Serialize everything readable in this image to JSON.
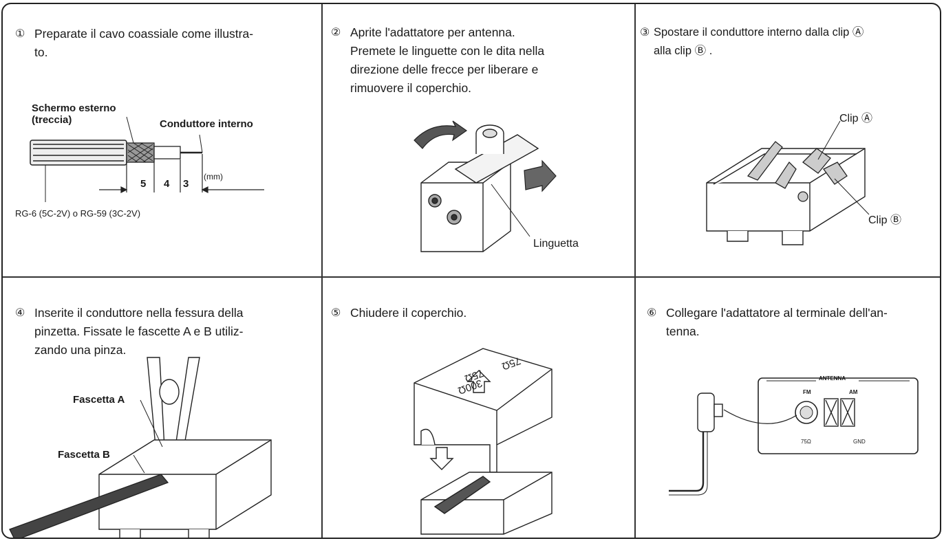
{
  "steps": [
    {
      "number": "①",
      "lines": [
        "Preparate il cavo coassiale come illustra-",
        "to."
      ]
    },
    {
      "number": "②",
      "lines": [
        "Aprite l'adattatore per antenna.",
        "Premete le linguette con le dita nella",
        "direzione delle frecce per liberare e",
        "rimuovere il coperchio."
      ]
    },
    {
      "number": "③",
      "lines": [
        "Spostare il conduttore interno dalla clip Ⓐ",
        "alla clip Ⓑ ."
      ]
    },
    {
      "number": "④",
      "lines": [
        "Inserite il conduttore nella fessura della",
        "pinzetta. Fissate le fascette A e B utiliz-",
        "zando una pinza."
      ]
    },
    {
      "number": "⑤",
      "lines": [
        "Chiudere il coperchio."
      ]
    },
    {
      "number": "⑥",
      "lines": [
        "Collegare l'adattatore al terminale dell'an-",
        "tenna."
      ]
    }
  ],
  "diagram1": {
    "outer_shield_label": "Schermo esterno",
    "braid_label": "(treccia)",
    "inner_conductor_label": "Conduttore interno",
    "dim_5": "5",
    "dim_4": "4",
    "dim_3": "3",
    "unit": "(mm)",
    "cable_types": "RG-6 (5C-2V) o RG-59 (3C-2V)"
  },
  "diagram2": {
    "tab_label": "Linguetta"
  },
  "diagram3": {
    "clip_a_label": "Clip Ⓐ",
    "clip_b_label": "Clip Ⓑ"
  },
  "diagram4": {
    "clamp_a_label": "Fascetta A",
    "clamp_b_label": "Fascetta B"
  },
  "diagram5": {
    "cover_75_label": "75Ω",
    "cover_75_300_label_top": "75Ω",
    "cover_75_300_label_bottom": "300Ω"
  },
  "diagram6": {
    "antenna_label": "ANTENNA",
    "fm_label": "FM",
    "am_label": "AM",
    "ohm_label": "75Ω",
    "gnd_label": "GND"
  }
}
